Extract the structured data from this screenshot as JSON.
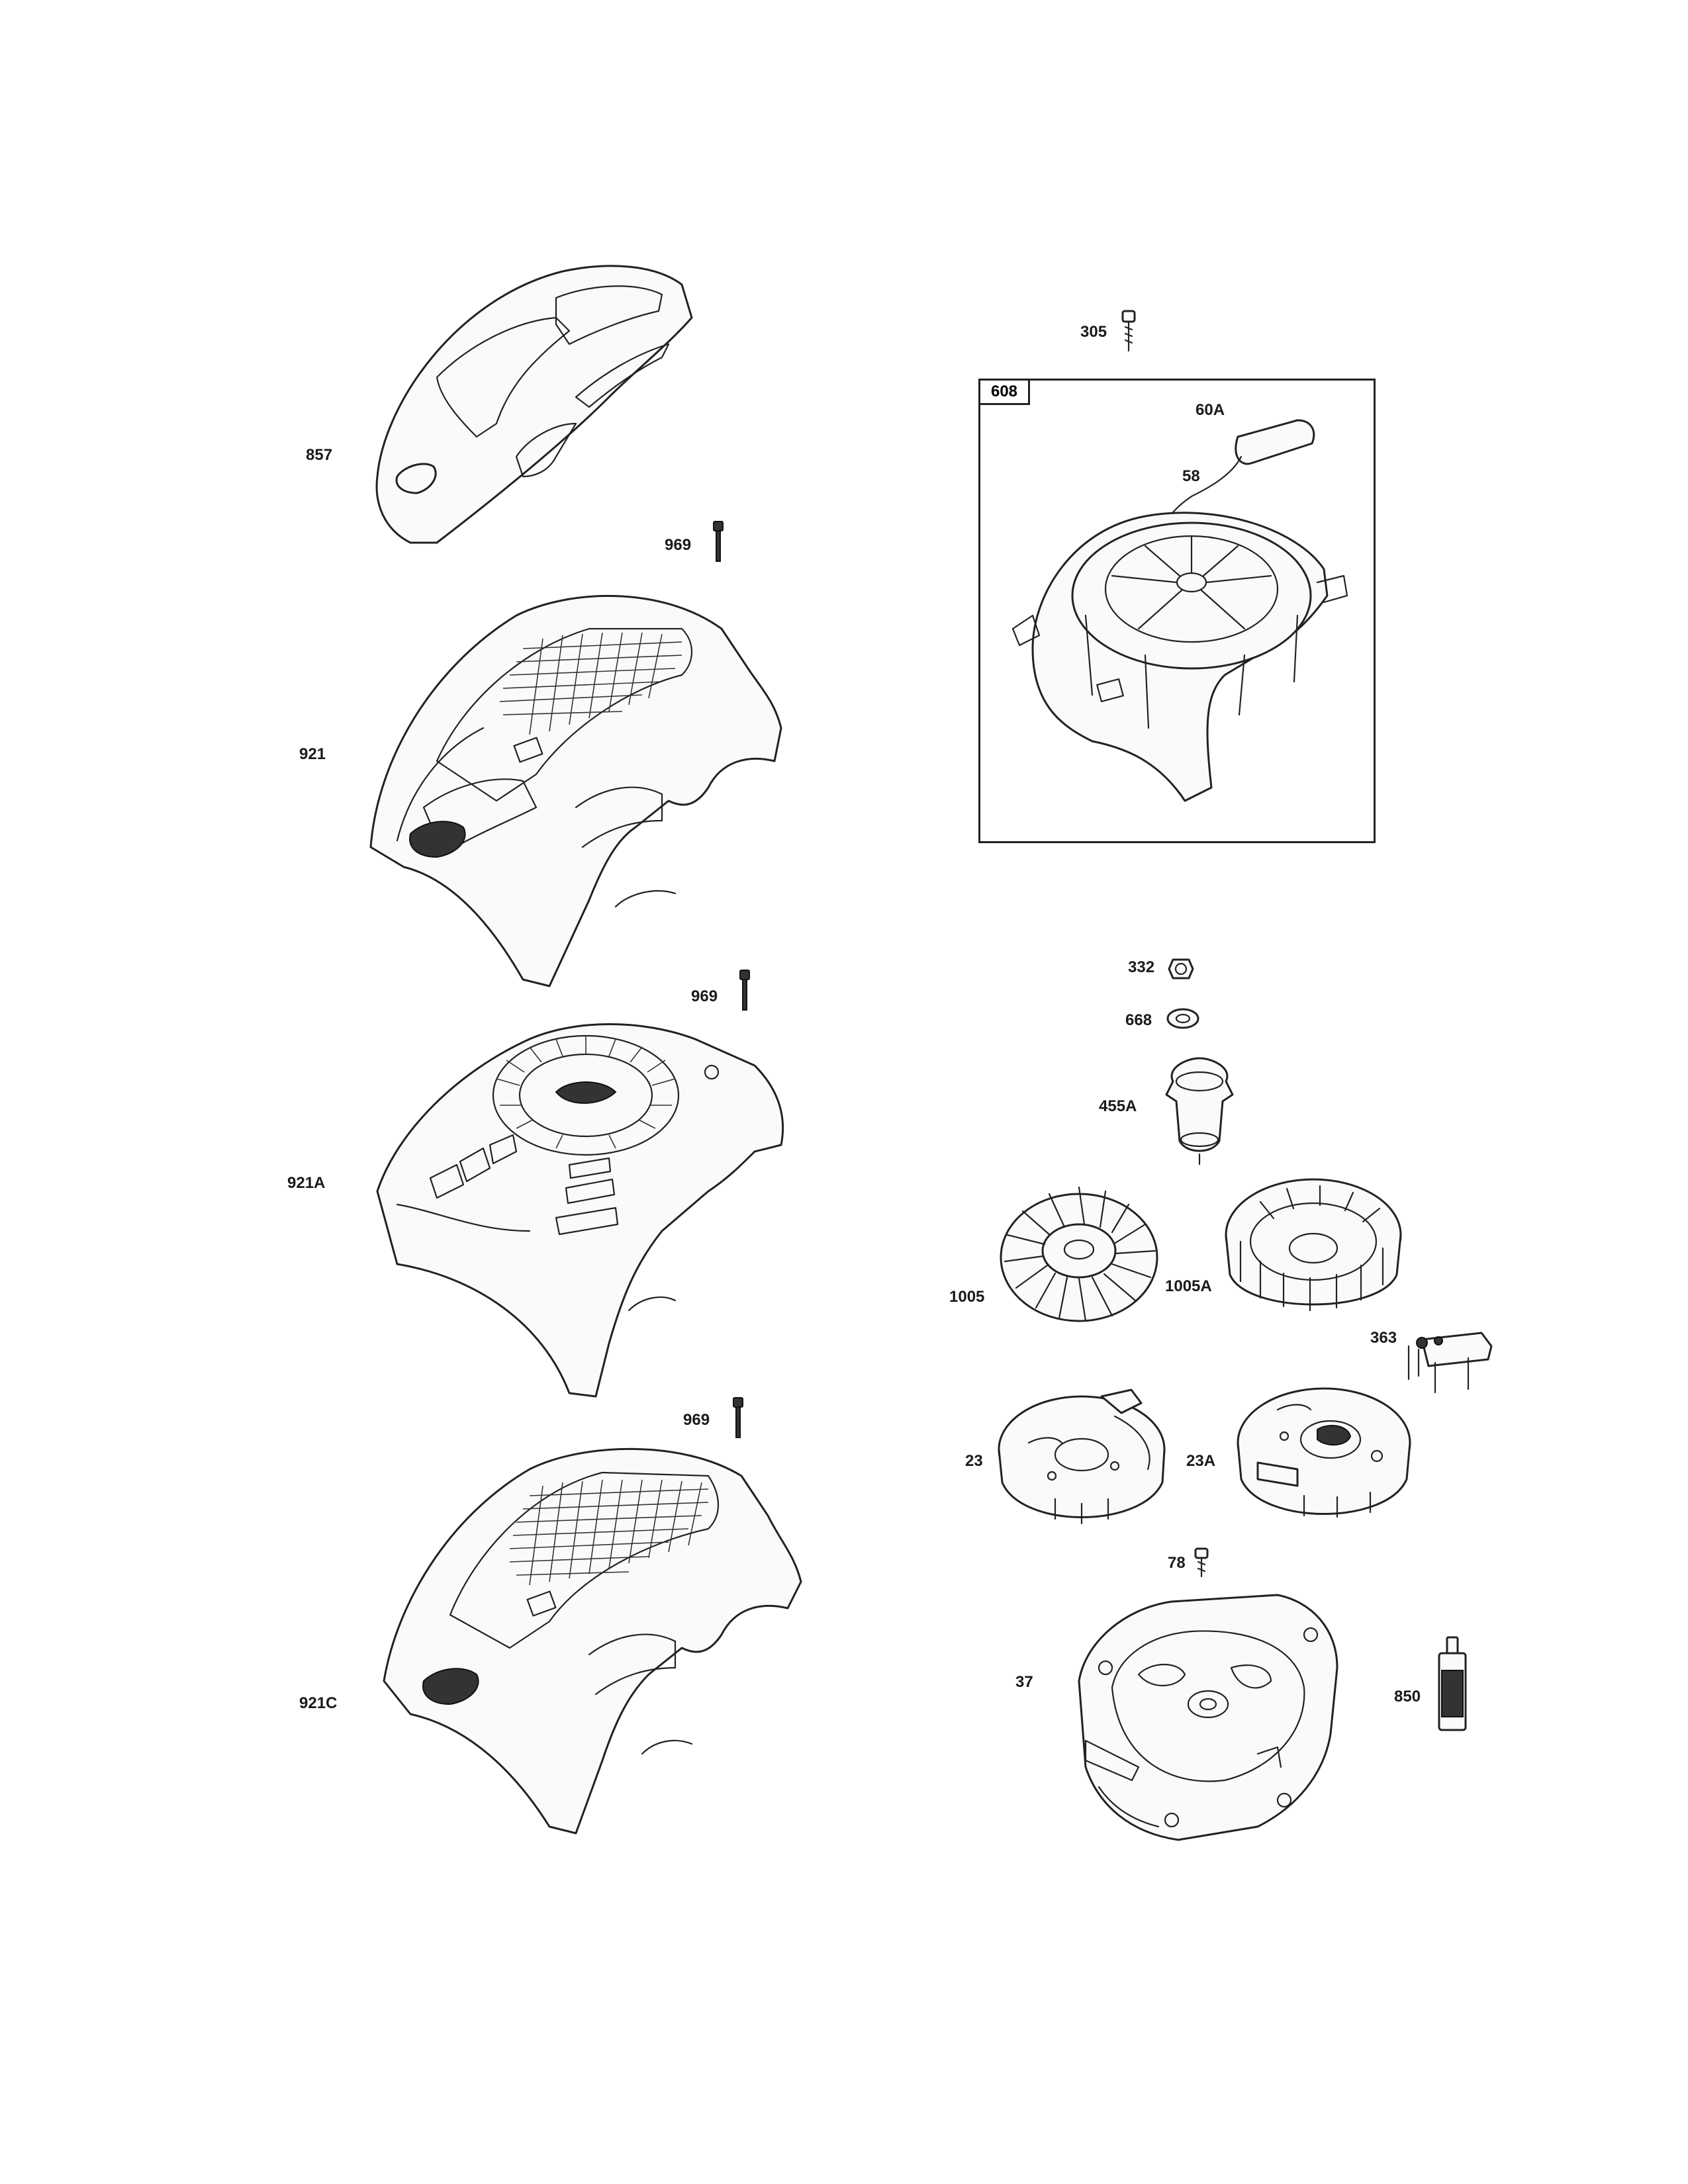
{
  "labels": {
    "p857": "857",
    "p969_a": "969",
    "p921": "921",
    "p969_b": "969",
    "p921A": "921A",
    "p969_c": "969",
    "p921C": "921C",
    "p305": "305",
    "p608": "608",
    "p60A": "60A",
    "p58": "58",
    "p332": "332",
    "p668": "668",
    "p455A": "455A",
    "p1005": "1005",
    "p1005A": "1005A",
    "p363": "363",
    "p23": "23",
    "p23A": "23A",
    "p78": "78",
    "p37": "37",
    "p850": "850"
  }
}
